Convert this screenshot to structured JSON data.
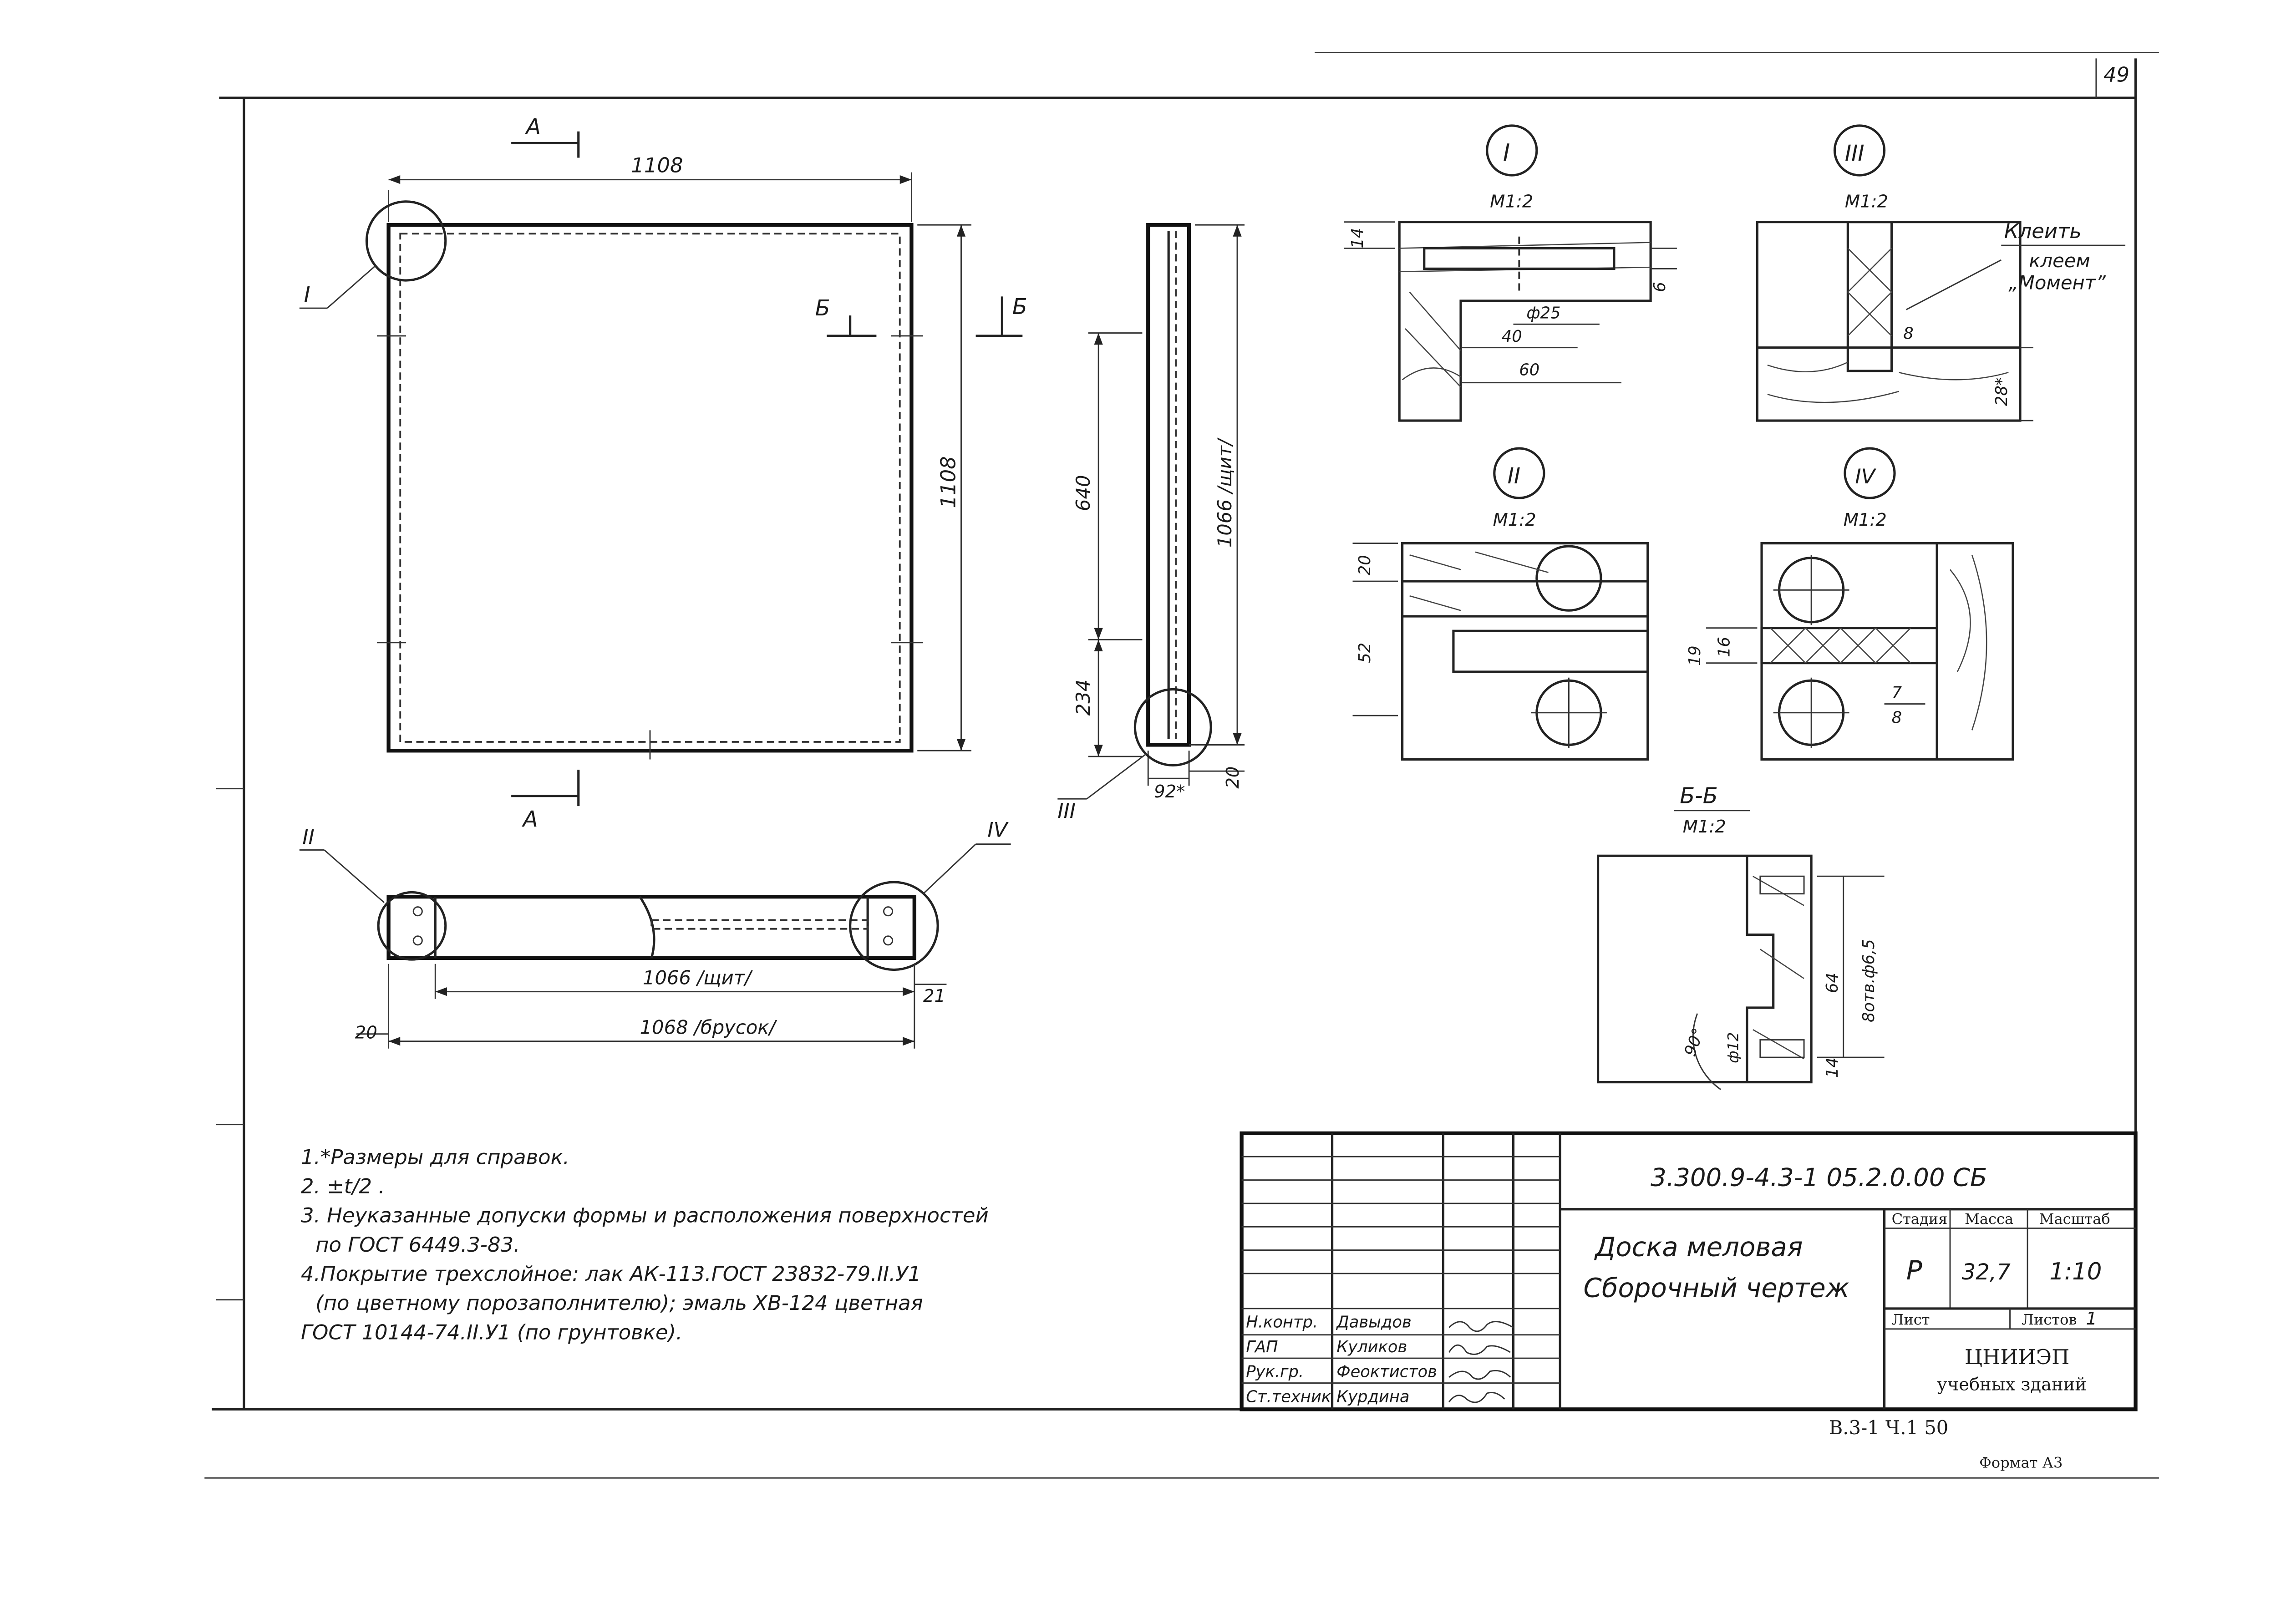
{
  "sheet": {
    "page_number": "49",
    "bottom_code": "В.3-1 Ч.1   50",
    "format_label": "Формат А3"
  },
  "front_view": {
    "section_a_top": "А",
    "section_a_bottom": "А",
    "section_b_left": "Б",
    "section_b_right": "Б",
    "dim_width": "1108",
    "dim_height": "1108",
    "callout_I": "I"
  },
  "side_view": {
    "dim_640": "640",
    "dim_234": "234",
    "dim_1066_panel": "1066 /щит/",
    "dim_92": "92*",
    "dim_20": "20",
    "callout_III": "III"
  },
  "bottom_view": {
    "callout_II": "II",
    "callout_IV": "IV",
    "dim_1066_panel": "1066 /щит/",
    "dim_1068_bar": "1068 /брусок/",
    "dim_21": "21",
    "dim_20": "20"
  },
  "details": {
    "I": {
      "title": "I",
      "scale": "М1:2",
      "dims": [
        "14",
        "6",
        "ф25",
        "40",
        "60"
      ]
    },
    "III": {
      "title": "III",
      "scale": "М1:2",
      "label_1": "Клеить",
      "label_2": "клеем",
      "label_3": "„Момент”",
      "dims": [
        "8",
        "28*"
      ]
    },
    "II": {
      "title": "II",
      "scale": "М1:2",
      "dims": [
        "20",
        "52"
      ]
    },
    "IV": {
      "title": "IV",
      "scale": "М1:2",
      "dims": [
        "19",
        "16",
        "7",
        "8"
      ]
    },
    "BB": {
      "title": "Б-Б",
      "scale": "М1:2",
      "dims": [
        "64",
        "8отв.ф6,5",
        "90°",
        "ф12",
        "14"
      ]
    }
  },
  "notes": [
    "1.*Размеры для справок.",
    "2. ±t/2 .",
    "3. Неуказанные допуски формы и расположения поверхностей",
    "по ГОСТ 6449.3-83.",
    "4.Покрытие трехслойное: лак АК-113.ГОСТ 23832-79.II.У1",
    "(по цветному порозаполнителю); эмаль ХВ-124 цветная",
    "ГОСТ 10144-74.II.У1 (по грунтовке)."
  ],
  "title_block": {
    "doc_code": "3.300.9-4.3-1 05.2.0.00 СБ",
    "title_line1": "Доска меловая",
    "title_line2": "Сборочный чертеж",
    "stage_header": "Стадия",
    "mass_header": "Масса",
    "scale_header": "Масштаб",
    "stage_value": "Р",
    "mass_value": "32,7",
    "scale_value": "1:10",
    "sheet_label": "Лист",
    "sheets_label": "Листов",
    "sheets_value": "1",
    "org_line1": "ЦНИИЭП",
    "org_line2": "учебных зданий",
    "signers": [
      {
        "role": "Н.контр.",
        "name": "Давыдов"
      },
      {
        "role": "ГАП",
        "name": "Куликов"
      },
      {
        "role": "Рук.гр.",
        "name": "Феоктистов"
      },
      {
        "role": "Ст.техник",
        "name": "Курдина"
      }
    ]
  }
}
